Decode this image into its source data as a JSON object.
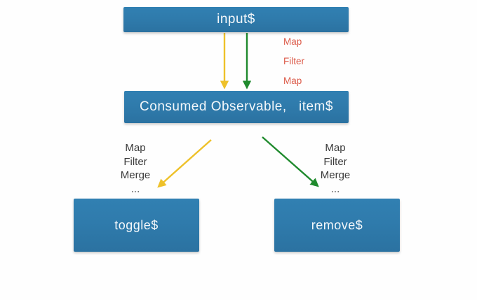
{
  "nodes": {
    "input": {
      "label": "input$"
    },
    "consumed": {
      "label": "Consumed Observable,   item$"
    },
    "toggle": {
      "label": "toggle$"
    },
    "remove": {
      "label": "remove$"
    }
  },
  "ops": {
    "vertical_red": [
      "Map",
      "Filter",
      "Map"
    ],
    "left_black": [
      "Map",
      "Filter",
      "Merge",
      "..."
    ],
    "right_black": [
      "Map",
      "Filter",
      "Merge",
      "..."
    ]
  },
  "colors": {
    "node_fill": "#2f7bac",
    "node_text": "#f3f7fa",
    "yellow_arrow": "#eec12a",
    "green_arrow": "#1f8a2d",
    "red_label": "#dc5b4a",
    "black_label": "#3b3b3b"
  }
}
